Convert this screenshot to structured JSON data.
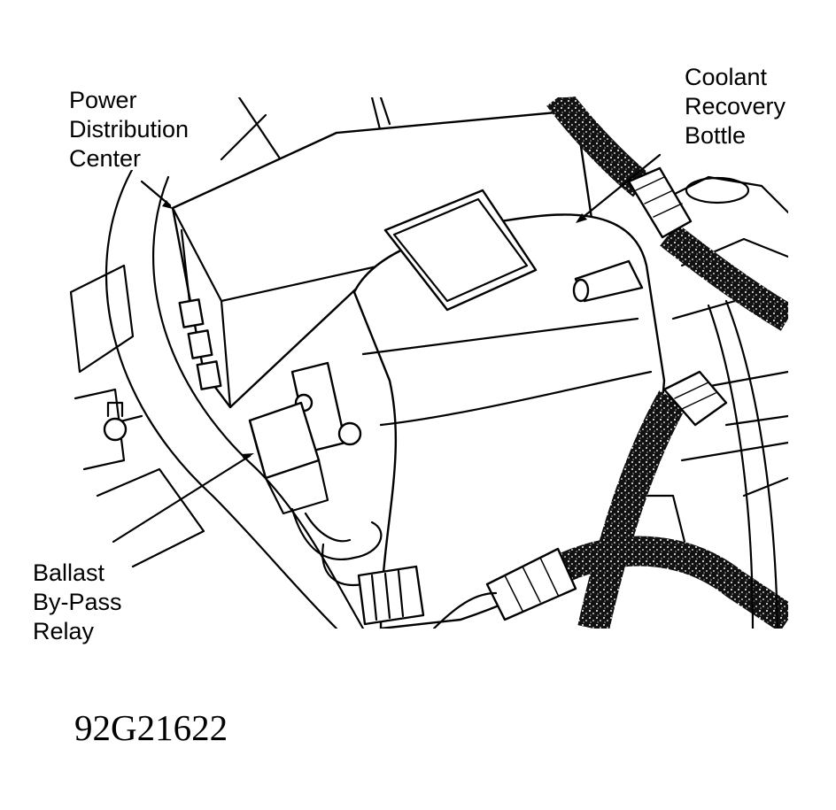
{
  "labels": {
    "power_distribution_center": "Power\nDistribution\nCenter",
    "coolant_recovery_bottle": "Coolant\nRecovery\nBottle",
    "ballast_bypass_relay": "Ballast\nBy-Pass\nRelay"
  },
  "figure_id": "92G21622"
}
